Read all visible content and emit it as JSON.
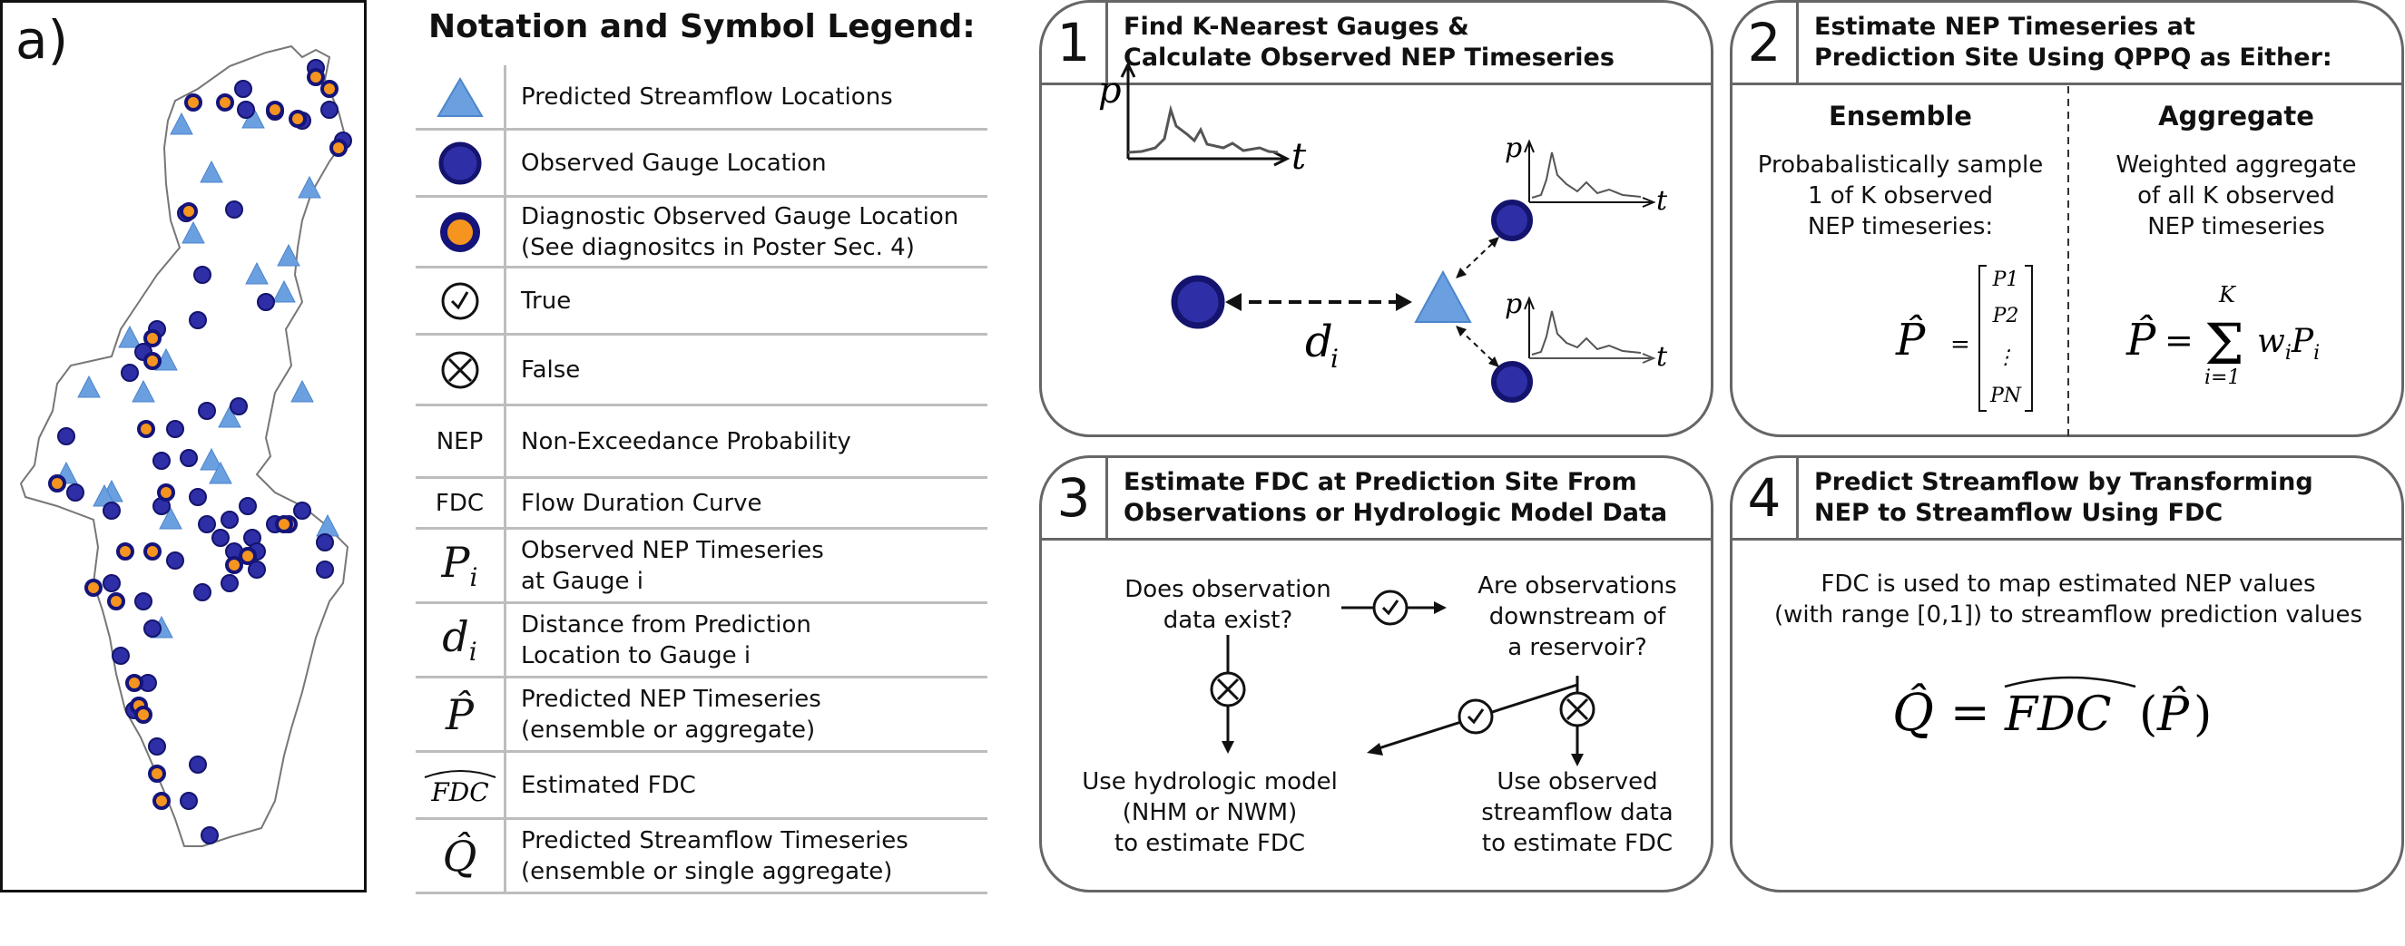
{
  "panel_label": "a)",
  "legend": {
    "title": "Notation and Symbol Legend:",
    "rows": [
      {
        "symbol": "triangle-icon",
        "desc1": "Predicted Streamflow Locations",
        "desc2": ""
      },
      {
        "symbol": "gauge-circle-icon",
        "desc1": "Observed Gauge Location",
        "desc2": ""
      },
      {
        "symbol": "diagnostic-gauge-icon",
        "desc1": "Diagnostic Observed Gauge Location",
        "desc2": "(See diagnositcs in Poster Sec. 4)"
      },
      {
        "symbol": "check-icon",
        "desc1": "True",
        "desc2": ""
      },
      {
        "symbol": "cross-icon",
        "desc1": "False",
        "desc2": ""
      },
      {
        "symbol_text": "NEP",
        "desc1": "Non-Exceedance Probability",
        "desc2": ""
      },
      {
        "symbol_text": "FDC",
        "desc1": "Flow Duration Curve",
        "desc2": ""
      },
      {
        "symbol_text": "P_i",
        "desc1": "Observed NEP Timeseries",
        "desc2": "at Gauge i"
      },
      {
        "symbol_text": "d_i",
        "desc1": "Distance from Prediction",
        "desc2": "Location to Gauge i"
      },
      {
        "symbol_text": "P̂",
        "desc1": "Predicted NEP Timeseries",
        "desc2": "(ensemble or aggregate)"
      },
      {
        "symbol_text": "FDC (estimated)",
        "desc1": "Estimated FDC",
        "desc2": ""
      },
      {
        "symbol_text": "Q̂",
        "desc1": "Predicted Streamflow Timeseries",
        "desc2": "(ensemble or single aggregate)"
      }
    ]
  },
  "box1": {
    "number": "1",
    "title1": "Find K-Nearest Gauges &",
    "title2": "Calculate Observed NEP Timeseries",
    "p_label": "p",
    "t_label": "t",
    "d_label": "d",
    "d_sub": "i"
  },
  "box2": {
    "number": "2",
    "title1": "Estimate NEP Timeseries at",
    "title2": "Prediction Site Using QPPQ as Either:",
    "left_head": "Ensemble",
    "left_text1": "Probabalistically sample",
    "left_text2": "1 of K observed",
    "left_text3": "NEP timeseries:",
    "right_head": "Aggregate",
    "right_text1": "Weighted aggregate",
    "right_text2": "of all K observed",
    "right_text3": "NEP timeseries",
    "vector_entries": [
      "P1",
      "P2",
      "⋮",
      "PN"
    ],
    "sum_upper": "K",
    "sum_lower": "i=1",
    "sum_term": "wiPi"
  },
  "box3": {
    "number": "3",
    "title1": "Estimate FDC at Prediction Site From",
    "title2": "Observations or Hydrologic Model Data",
    "q1_line1": "Does observation",
    "q1_line2": "data exist?",
    "q2_line1": "Are observations",
    "q2_line2": "downstream of",
    "q2_line3": "a reservoir?",
    "r1_line1": "Use hydrologic model",
    "r1_line2": "(NHM or NWM)",
    "r1_line3": "to estimate FDC",
    "r2_line1": "Use observed",
    "r2_line2": "streamflow data",
    "r2_line3": "to estimate FDC"
  },
  "box4": {
    "number": "4",
    "title1": "Predict Streamflow by Transforming",
    "title2": "NEP to Streamflow Using FDC",
    "text1": "FDC is used to map estimated NEP values",
    "text2": "(with range [0,1]) to streamflow prediction values",
    "eq_rhs_fn": "FDC"
  },
  "colors": {
    "triangle": "#6a9fe0",
    "gauge_fill": "#2e2ea6",
    "gauge_stroke": "#14146e",
    "diag_inner": "#f5941f",
    "box_border": "#666666",
    "divider": "#bdbdbd"
  }
}
